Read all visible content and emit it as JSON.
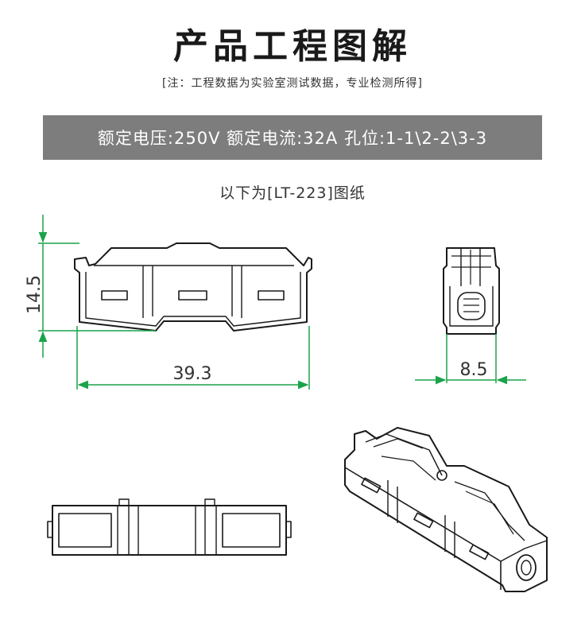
{
  "header": {
    "title": "产品工程图解",
    "note": "[注：工程数据为实验室测试数据，专业检测所得]"
  },
  "banner": {
    "text": "额定电压:250V 额定电流:32A 孔位:1-1\\2-2\\3-3"
  },
  "subtitle": "以下为[LT-223]图纸",
  "dimensions": {
    "height": "14.5",
    "length": "39.3",
    "width": "8.5"
  },
  "colors": {
    "dimension_line": "#1aa34a",
    "outline": "#1a1a1a",
    "banner": "#7d7d7d"
  }
}
